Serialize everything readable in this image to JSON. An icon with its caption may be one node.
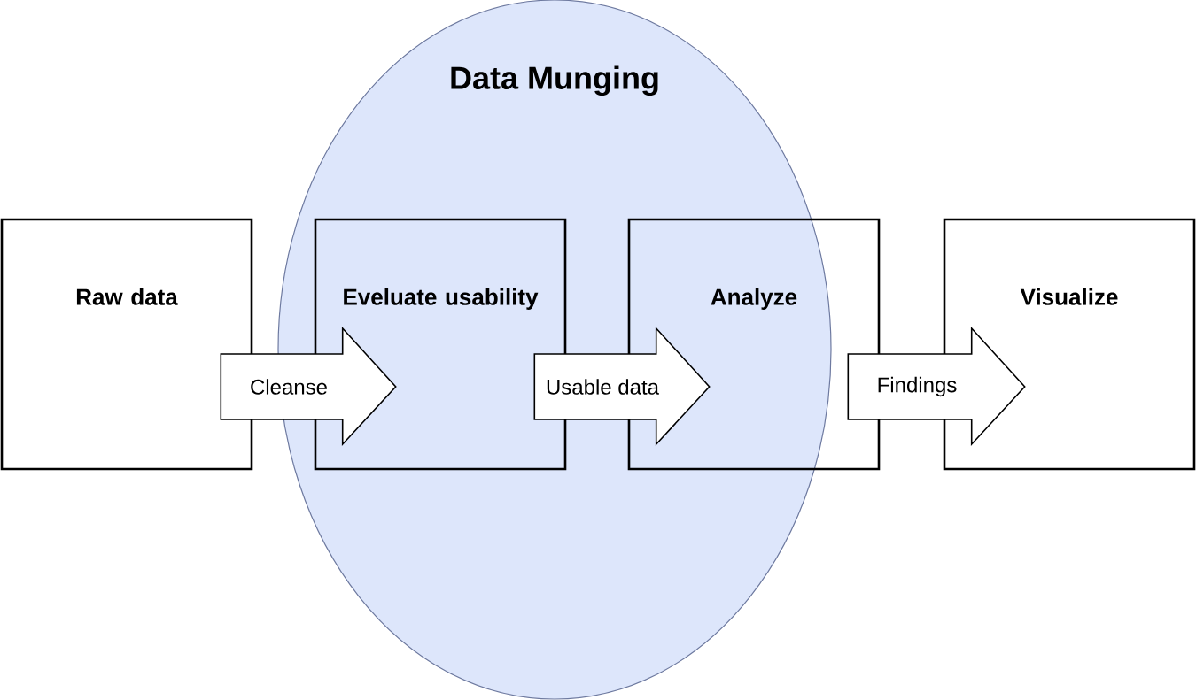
{
  "diagram": {
    "nodes": [
      {
        "text": [
          "Data Munging"
        ]
      },
      {
        "text": [
          "Raw data"
        ]
      },
      {
        "text": [
          "Eveluate usability"
        ],
        "in": 0
      },
      {
        "text": [
          "Analyze"
        ]
      },
      {
        "text": [
          "Visualize"
        ]
      }
    ],
    "edges": [
      {
        "from": 1,
        "to": 2,
        "arrow": "to",
        "label": "Cleanse"
      },
      {
        "from": 2,
        "to": 3,
        "arrow": "to",
        "label": "Usable data"
      },
      {
        "from": 3,
        "to": 4,
        "arrow": "to",
        "label": "Findings"
      }
    ]
  }
}
